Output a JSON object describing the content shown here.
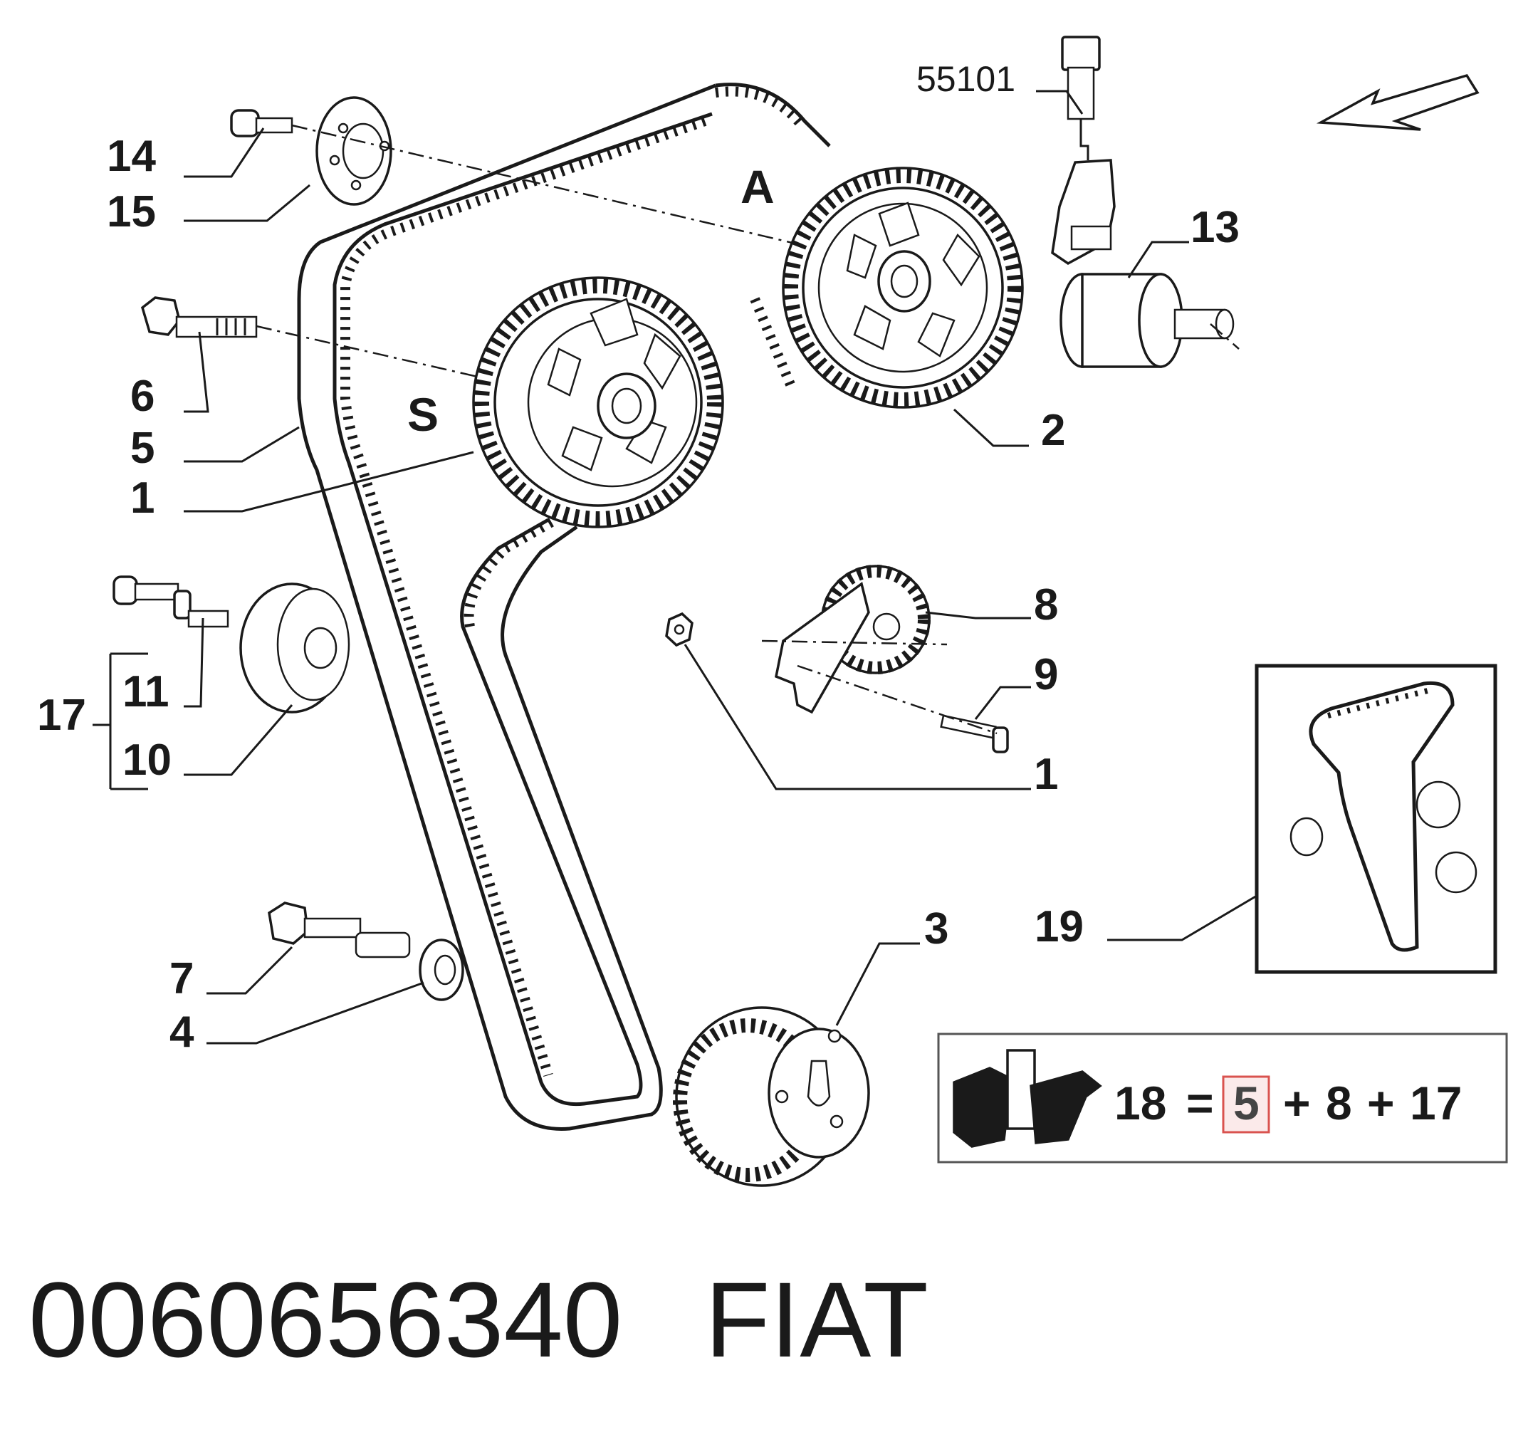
{
  "callouts": {
    "c14": "14",
    "c15": "15",
    "c6": "6",
    "c5": "5",
    "c1_left": "1",
    "c17": "17",
    "c11": "11",
    "c10": "10",
    "c7": "7",
    "c4": "4",
    "c55101": "55101",
    "c13": "13",
    "c2": "2",
    "c8": "8",
    "c9": "9",
    "c1_right": "1",
    "c3": "3",
    "c19": "19"
  },
  "letters": {
    "a": "A",
    "s": "S"
  },
  "kit_formula": {
    "kit": "18",
    "equals": "=",
    "part_belt": "5",
    "plus_1": "+",
    "part_tensioner": "8",
    "plus_2": "+",
    "part_idler": "17"
  },
  "footer": {
    "part_number": "0060656340",
    "brand": "FIAT"
  },
  "colors": {
    "line": "#1a1a1a",
    "highlight_border": "#d9534f",
    "highlight_fill": "#fbeaea"
  }
}
